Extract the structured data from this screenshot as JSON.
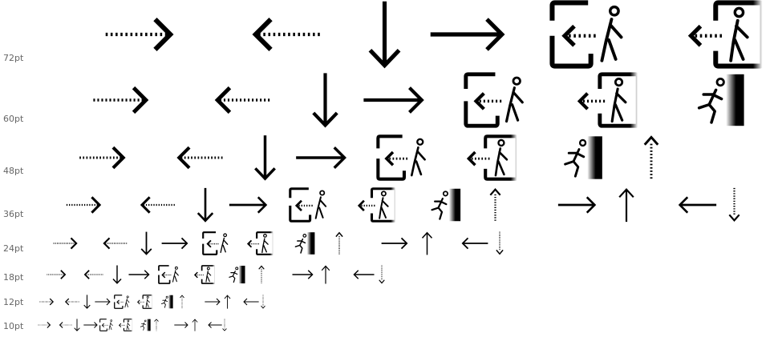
{
  "sample_rows": [
    {
      "size_label": "72pt",
      "glyphs": [
        "dotted-arrow-right",
        "dotted-arrow-left",
        "arrow-down",
        "arrow-right",
        "exit-left-walker",
        "exit-left-walker-open"
      ]
    },
    {
      "size_label": "60pt",
      "glyphs": [
        "dotted-arrow-right",
        "dotted-arrow-left",
        "arrow-down",
        "arrow-right",
        "exit-left-walker",
        "exit-left-walker-open",
        "runner-door"
      ]
    },
    {
      "size_label": "48pt",
      "glyphs": [
        "dotted-arrow-right",
        "dotted-arrow-left",
        "arrow-down",
        "arrow-right",
        "exit-left-walker",
        "exit-left-walker-open",
        "runner-door",
        "dotted-arrow-up"
      ]
    },
    {
      "size_label": "36pt",
      "glyphs": [
        "dotted-arrow-right",
        "dotted-arrow-left",
        "arrow-down",
        "arrow-right",
        "exit-left-walker",
        "exit-left-walker-open",
        "runner-door",
        "dotted-arrow-up",
        "arrow-right",
        "arrow-up",
        "arrow-left",
        "dotted-arrow-down"
      ]
    },
    {
      "size_label": "24pt",
      "glyphs": [
        "dotted-arrow-right",
        "dotted-arrow-left",
        "arrow-down",
        "arrow-right",
        "exit-left-walker",
        "exit-left-walker-open",
        "runner-door",
        "dotted-arrow-up",
        "arrow-right",
        "arrow-up",
        "arrow-left",
        "dotted-arrow-down"
      ]
    },
    {
      "size_label": "18pt",
      "glyphs": [
        "dotted-arrow-right",
        "dotted-arrow-left",
        "arrow-down",
        "arrow-right",
        "exit-left-walker",
        "exit-left-walker-open",
        "runner-door",
        "dotted-arrow-up",
        "arrow-right",
        "arrow-up",
        "arrow-left",
        "dotted-arrow-down"
      ]
    },
    {
      "size_label": "12pt",
      "glyphs": [
        "dotted-arrow-right",
        "dotted-arrow-left",
        "arrow-down",
        "arrow-right",
        "exit-left-walker",
        "exit-left-walker-open",
        "runner-door",
        "dotted-arrow-up",
        "arrow-right",
        "arrow-up",
        "arrow-left",
        "dotted-arrow-down"
      ]
    },
    {
      "size_label": "10pt",
      "glyphs": [
        "dotted-arrow-right",
        "dotted-arrow-left",
        "arrow-down",
        "arrow-right",
        "exit-left-walker",
        "exit-left-walker-open",
        "runner-door",
        "dotted-arrow-up",
        "arrow-right",
        "arrow-up",
        "arrow-left",
        "dotted-arrow-down"
      ]
    }
  ],
  "colors": {
    "ink": "#000000",
    "label": "#666666",
    "background": "#ffffff"
  }
}
